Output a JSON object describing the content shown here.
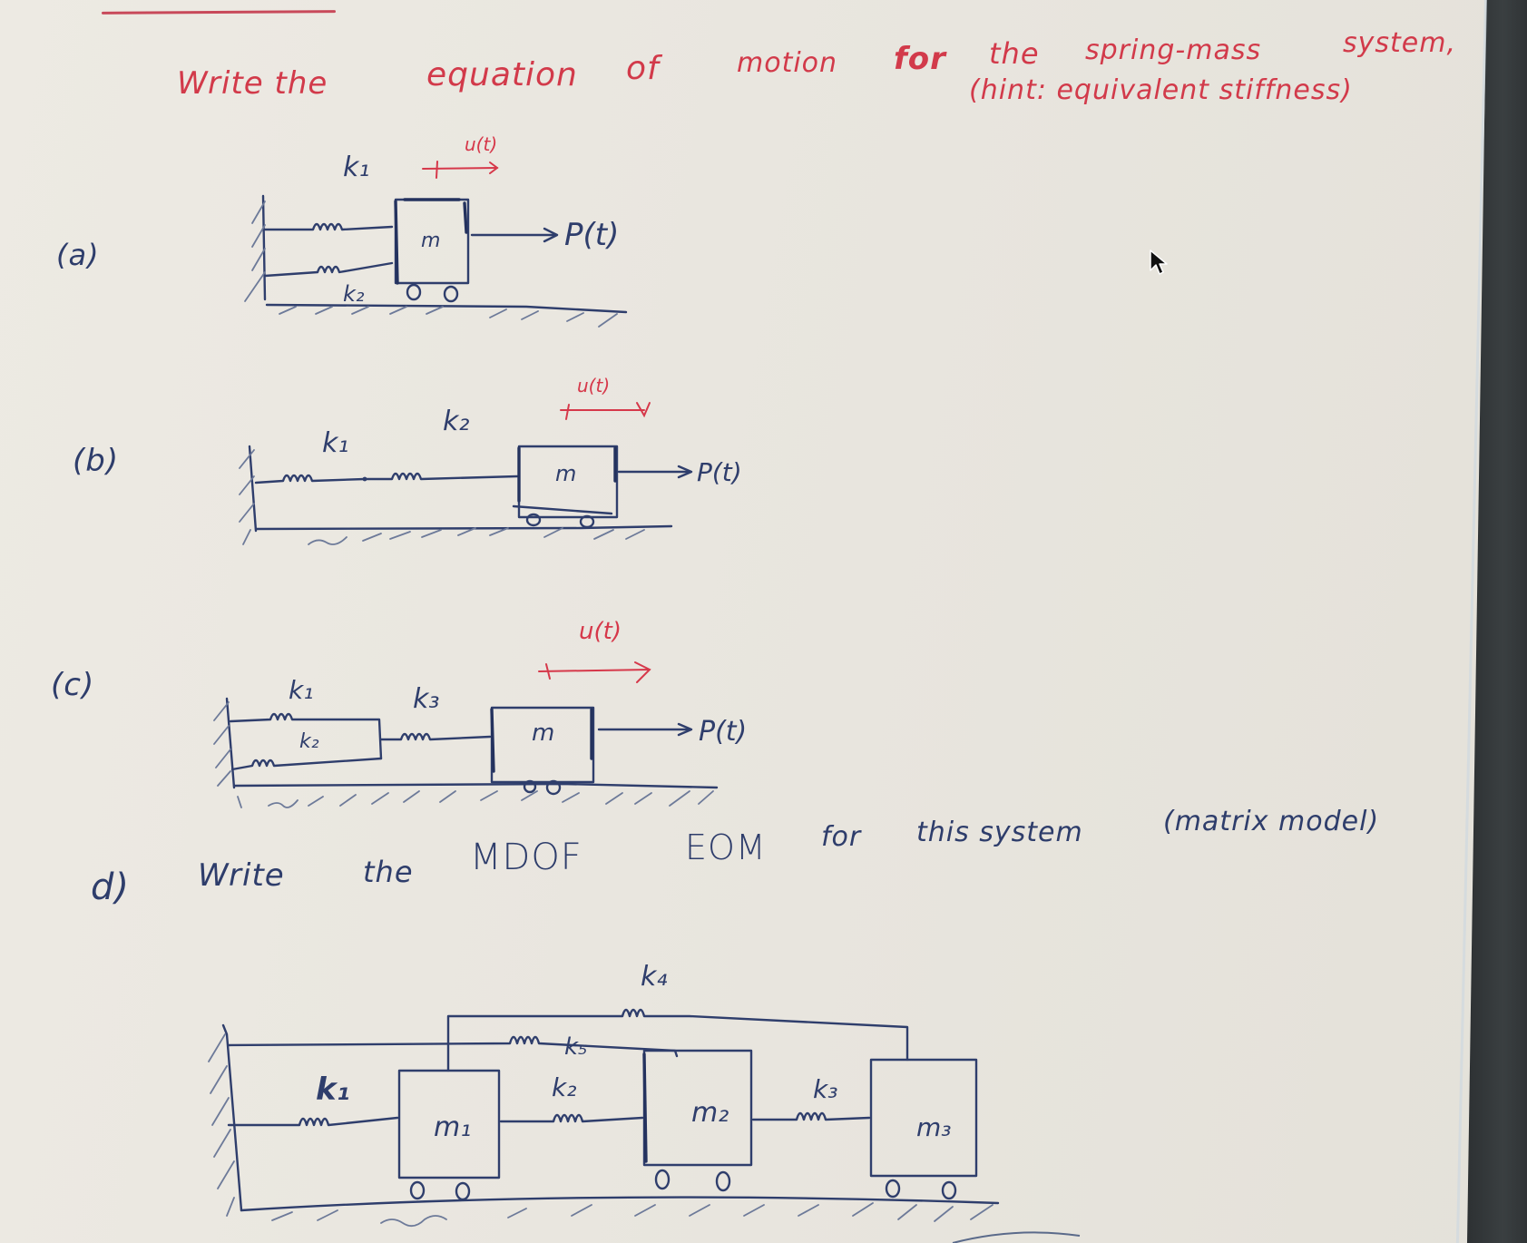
{
  "header": {
    "title_line": "Write the equation of motion for the spring-mass system,",
    "title_parts": [
      "Write the",
      "equation",
      "of",
      "motion",
      "for",
      "the",
      "spring-mass",
      "system,"
    ],
    "hint": "(hint: equivalent stiffness)",
    "ink_color": "#d23a4a"
  },
  "problems": {
    "a": {
      "label": "(a)",
      "springs": [
        "k1",
        "k2"
      ],
      "spring_labels": [
        "k₁",
        "k₂"
      ],
      "arrangement": "parallel",
      "mass": "m",
      "displacement": "u(t)",
      "force": "P(t)"
    },
    "b": {
      "label": "(b)",
      "springs": [
        "k1",
        "k2"
      ],
      "spring_labels": [
        "k₁",
        "k₂"
      ],
      "arrangement": "series",
      "mass": "m",
      "displacement": "u(t)",
      "force": "P(t)"
    },
    "c": {
      "label": "(c)",
      "springs": [
        "k1",
        "k2",
        "k3"
      ],
      "spring_labels": [
        "k₁",
        "k₂",
        "k₃"
      ],
      "arrangement": "k1 || k2, in series with k3",
      "mass": "m",
      "displacement": "u(t)",
      "force": "P(t)"
    },
    "d": {
      "label": "d)",
      "prompt": "Write the MDOF EOM for this system (matrix model)",
      "prompt_parts": [
        "Write",
        "the",
        "MDOF",
        "EOM",
        "for",
        "this system",
        "(matrix model)"
      ],
      "masses": [
        "m₁",
        "m₂",
        "m₃"
      ],
      "spring_labels": [
        "k₁",
        "k₂",
        "k₃",
        "k₄",
        "k₅"
      ],
      "connections": [
        {
          "spring": "k1",
          "from": "wall",
          "to": "m1"
        },
        {
          "spring": "k2",
          "from": "m1",
          "to": "m2"
        },
        {
          "spring": "k3",
          "from": "m2",
          "to": "m3"
        },
        {
          "spring": "k4",
          "from": "m1",
          "to": "m3"
        },
        {
          "spring": "k5",
          "from": "wall",
          "to": "m2"
        }
      ]
    }
  },
  "cursor": {
    "icon": "arrow-pointer-icon"
  }
}
